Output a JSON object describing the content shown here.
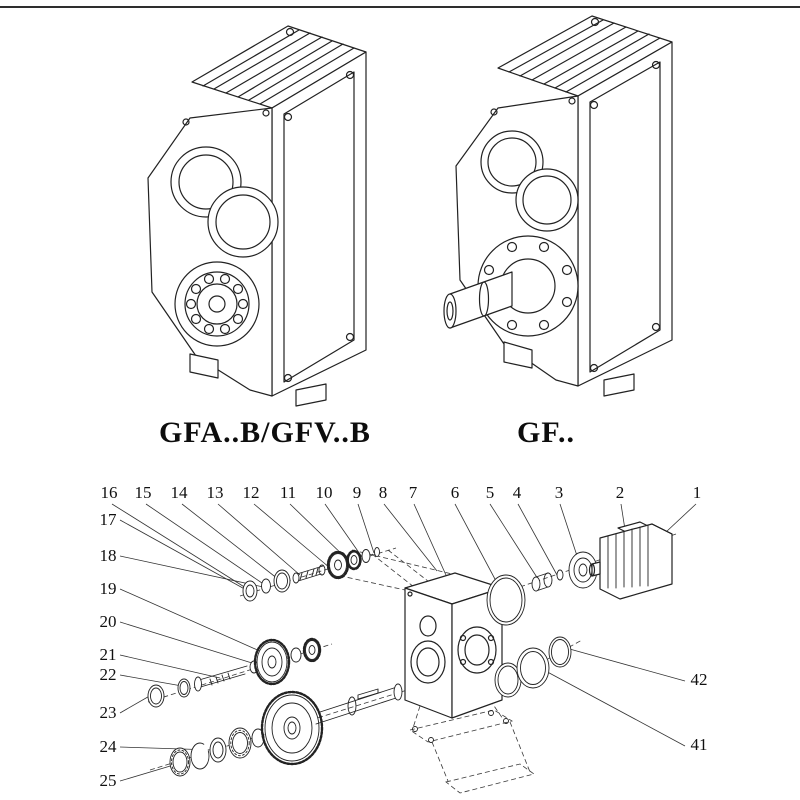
{
  "figures": {
    "left": {
      "label": "GFA..B/GFV..B"
    },
    "right": {
      "label": "GF.."
    }
  },
  "exploded_view": {
    "top_row": [
      "16",
      "15",
      "14",
      "13",
      "12",
      "11",
      "10",
      "9",
      "8",
      "7",
      "6",
      "5",
      "4",
      "3",
      "2",
      "1"
    ],
    "left_column": [
      "17",
      "18",
      "19",
      "20",
      "21",
      "22",
      "23",
      "24",
      "25"
    ],
    "right_column": [
      "42",
      "41"
    ]
  },
  "style": {
    "ink": "#222222",
    "paper": "#ffffff"
  }
}
